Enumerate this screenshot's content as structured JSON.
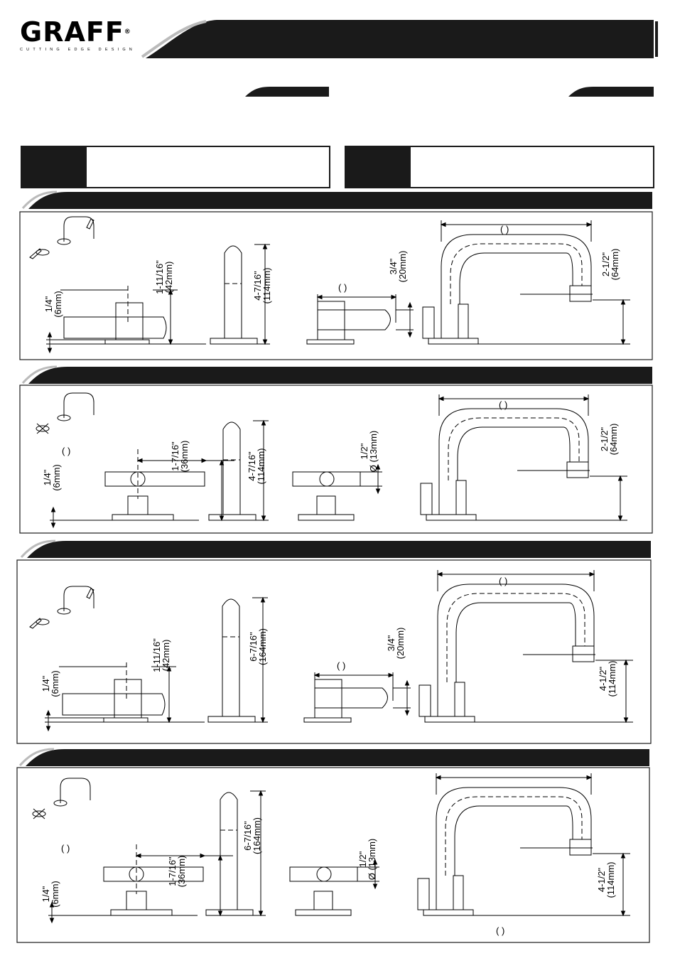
{
  "brand": {
    "name": "GRAFF",
    "reg": "®",
    "tagline": "CUTTING EDGE DESIGN"
  },
  "sections": [
    {
      "key": "s1",
      "dims": {
        "base_in": "1/4\"",
        "base_mm": "(6mm)",
        "handle_h_in": "1-11/16\"",
        "handle_h_mm": "(42mm)",
        "spout_h_in": "4-7/16\"",
        "spout_h_mm": "(114mm)",
        "handle_d_in": "3/4\"",
        "handle_d_mm": "(20mm)",
        "spout_end_in": "2-1/2\"",
        "spout_end_mm": "(64mm)",
        "paren": "(        )"
      }
    },
    {
      "key": "s2",
      "dims": {
        "base_in": "1/4\"",
        "base_mm": "(6mm)",
        "handle_h_in": "1-7/16\"",
        "handle_h_mm": "(36mm)",
        "spout_h_in": "4-7/16\"",
        "spout_h_mm": "(114mm)",
        "handle_d_in": "1/2\"",
        "handle_d_mm": "Ø (13mm)",
        "spout_end_in": "2-1/2\"",
        "spout_end_mm": "(64mm)",
        "paren": "(        )"
      }
    },
    {
      "key": "s3",
      "dims": {
        "base_in": "1/4\"",
        "base_mm": "(6mm)",
        "handle_h_in": "1-11/16\"",
        "handle_h_mm": "(42mm)",
        "spout_h_in": "6-7/16\"",
        "spout_h_mm": "(164mm)",
        "handle_d_in": "3/4\"",
        "handle_d_mm": "(20mm)",
        "spout_end_in": "4-1/2\"",
        "spout_end_mm": "(114mm)",
        "paren": "(        )"
      }
    },
    {
      "key": "s4",
      "dims": {
        "base_in": "1/4\"",
        "base_mm": "(6mm)",
        "handle_h_in": "1-7/16\"",
        "handle_h_mm": "(36mm)",
        "spout_h_in": "6-7/16\"",
        "spout_h_mm": "(164mm)",
        "handle_d_in": "1/2\"",
        "handle_d_mm": "Ø (13mm)",
        "spout_end_in": "4-1/2\"",
        "spout_end_mm": "(114mm)",
        "paren": "(        )"
      }
    }
  ]
}
